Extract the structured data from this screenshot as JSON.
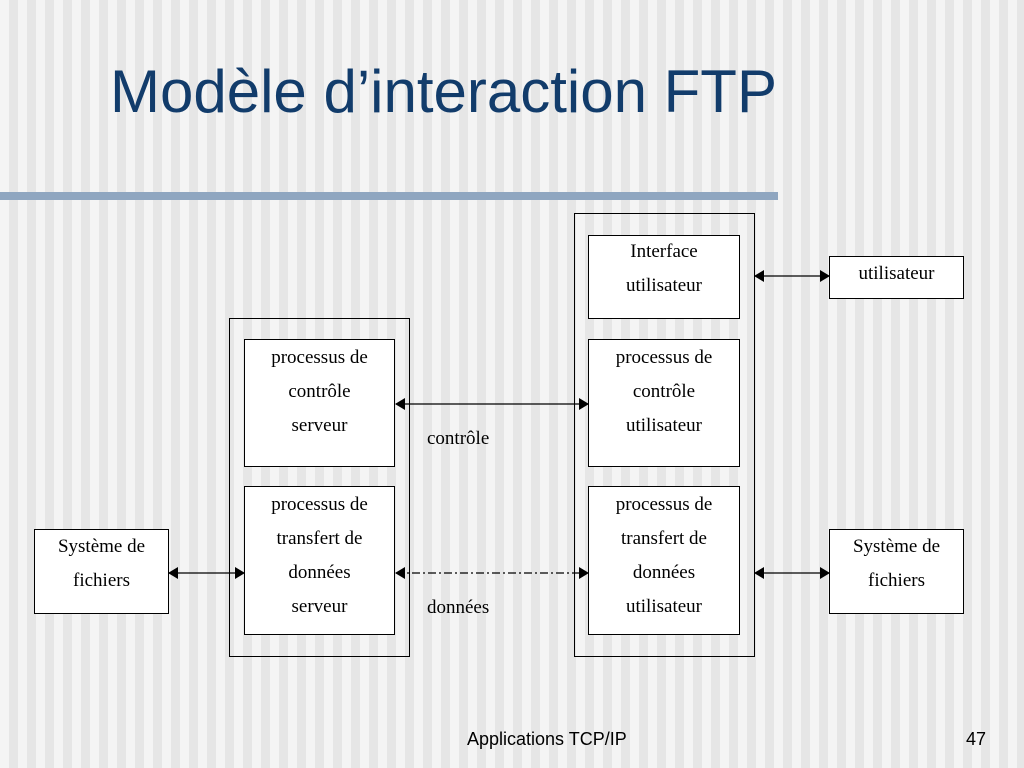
{
  "title": "Modèle d’interaction FTP",
  "diagram": {
    "server_process_control": [
      "processus de",
      "contrôle",
      "serveur"
    ],
    "server_process_transfer": [
      "processus de",
      "transfert de",
      "données",
      "serveur"
    ],
    "user_interface": [
      "Interface",
      "utilisateur"
    ],
    "user_process_control": [
      "processus de",
      "contrôle",
      "utilisateur"
    ],
    "user_process_transfer": [
      "processus de",
      "transfert de",
      "données",
      "utilisateur"
    ],
    "user": "utilisateur",
    "file_system_left": [
      "Système de",
      "fichiers"
    ],
    "file_system_right": [
      "Système de",
      "fichiers"
    ],
    "control_connection_label": "contrôle",
    "data_connection_label": "données"
  },
  "footer": {
    "title": "Applications TCP/IP",
    "page_number": "47"
  },
  "colors": {
    "title": "#123c6b",
    "title_rule": "#8fa6c0"
  }
}
